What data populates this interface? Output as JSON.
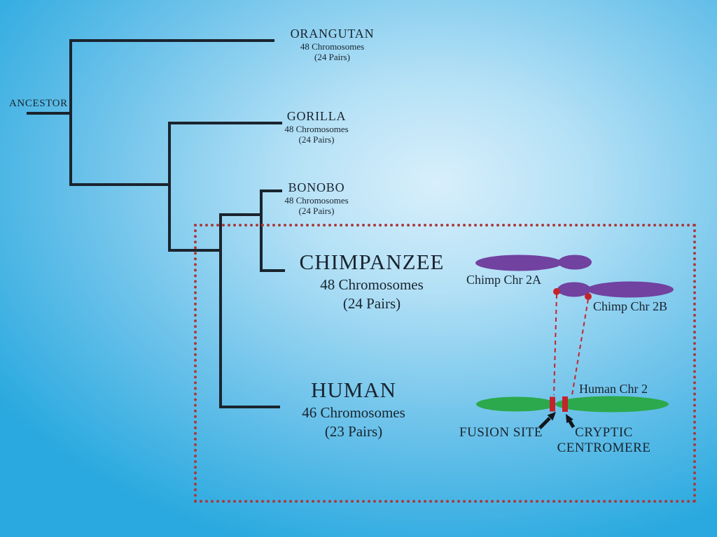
{
  "figure": {
    "root": {
      "label": "ANCESTOR"
    },
    "species": [
      {
        "id": "orangutan",
        "name": "ORANGUTAN",
        "chromosomes": "48 Chromosomes",
        "pairs": "(24 Pairs)"
      },
      {
        "id": "gorilla",
        "name": "GORILLA",
        "chromosomes": "48 Chromosomes",
        "pairs": "(24 Pairs)"
      },
      {
        "id": "bonobo",
        "name": "BONOBO",
        "chromosomes": "48 Chromosomes",
        "pairs": "(24 Pairs)"
      },
      {
        "id": "chimpanzee",
        "name": "CHIMPANZEE",
        "chromosomes": "48 Chromosomes",
        "pairs": "(24 Pairs)"
      },
      {
        "id": "human",
        "name": "HUMAN",
        "chromosomes": "46 Chromosomes",
        "pairs": "(23 Pairs)"
      }
    ],
    "chromosome_diagram": {
      "chimp_chr_2a_label": "Chimp Chr 2A",
      "chimp_chr_2b_label": "Chimp Chr 2B",
      "human_chr_2_label": "Human Chr 2",
      "fusion_site_label": "FUSION SITE",
      "cryptic_centromere_line1": "CRYPTIC",
      "cryptic_centromere_line2": "CENTROMERE"
    },
    "colors": {
      "background_edge": "#29a9df",
      "background_center": "#d8effb",
      "tree_line": "#1a242e",
      "text": "#19242f",
      "chimp_chromosome_fill": "#7142a0",
      "human_chromosome_fill": "#2ca94c",
      "marker_red": "#c5232b",
      "highlight_box_red": "#a93a3c"
    }
  }
}
